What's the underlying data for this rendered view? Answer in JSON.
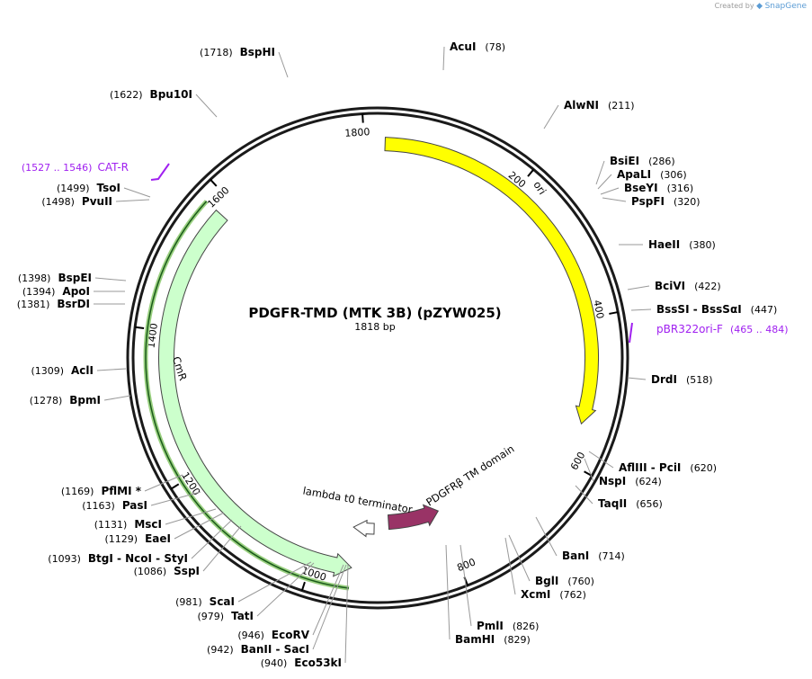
{
  "credit": {
    "prefix": "Created by",
    "brand": "SnapGene"
  },
  "plasmid": {
    "name": "PDGFR-TMD (MTK 3B) (pZYW025)",
    "length_label": "1818 bp"
  },
  "ticks": [
    "200",
    "400",
    "600",
    "800",
    "1000",
    "1200",
    "1400",
    "1600",
    "1800"
  ],
  "features": [
    {
      "label": "ori",
      "color": "#ffff00"
    },
    {
      "label": "PDGFRβ TM domain",
      "color": "#993366"
    },
    {
      "label": "lambda t0 terminator",
      "color": "#ffffff"
    },
    {
      "label": "CmR",
      "color": "#ccffcc"
    }
  ],
  "primers": [
    {
      "pos": "(465 .. 484)",
      "name": "pBR322ori-F"
    },
    {
      "pos": "(1527 .. 1546)",
      "name": "CAT-R"
    }
  ],
  "sites": [
    {
      "name": "AcuI",
      "pos": "(78)"
    },
    {
      "name": "AlwNI",
      "pos": "(211)"
    },
    {
      "name": "BsiEI",
      "pos": "(286)"
    },
    {
      "name": "ApaLI",
      "pos": "(306)"
    },
    {
      "name": "BseYI",
      "pos": "(316)"
    },
    {
      "name": "PspFI",
      "pos": "(320)"
    },
    {
      "name": "HaeII",
      "pos": "(380)"
    },
    {
      "name": "BciVI",
      "pos": "(422)"
    },
    {
      "name": "BssSI - BssSαI",
      "pos": "(447)"
    },
    {
      "name": "DrdI",
      "pos": "(518)"
    },
    {
      "name": "AflIII - PciI",
      "pos": "(620)"
    },
    {
      "name": "NspI",
      "pos": "(624)"
    },
    {
      "name": "TaqII",
      "pos": "(656)"
    },
    {
      "name": "BanI",
      "pos": "(714)"
    },
    {
      "name": "BglI",
      "pos": "(760)"
    },
    {
      "name": "XcmI",
      "pos": "(762)"
    },
    {
      "name": "PmlI",
      "pos": "(826)"
    },
    {
      "name": "BamHI",
      "pos": "(829)"
    },
    {
      "name": "Eco53kI",
      "pos": "(940)"
    },
    {
      "name": "BanII - SacI",
      "pos": "(942)"
    },
    {
      "name": "EcoRV",
      "pos": "(946)"
    },
    {
      "name": "TatI",
      "pos": "(979)"
    },
    {
      "name": "ScaI",
      "pos": "(981)"
    },
    {
      "name": "SspI",
      "pos": "(1086)"
    },
    {
      "name": "BtgI - NcoI - StyI",
      "pos": "(1093)"
    },
    {
      "name": "EaeI",
      "pos": "(1129)"
    },
    {
      "name": "MscI",
      "pos": "(1131)"
    },
    {
      "name": "PasI",
      "pos": "(1163)"
    },
    {
      "name": "PflMI *",
      "pos": "(1169)"
    },
    {
      "name": "BpmI",
      "pos": "(1278)"
    },
    {
      "name": "AclI",
      "pos": "(1309)"
    },
    {
      "name": "BsrDI",
      "pos": "(1381)"
    },
    {
      "name": "ApoI",
      "pos": "(1394)"
    },
    {
      "name": "BspEI",
      "pos": "(1398)"
    },
    {
      "name": "PvuII",
      "pos": "(1498)"
    },
    {
      "name": "TsoI",
      "pos": "(1499)"
    },
    {
      "name": "Bpu10I",
      "pos": "(1622)"
    },
    {
      "name": "BspHI",
      "pos": "(1718)"
    }
  ]
}
